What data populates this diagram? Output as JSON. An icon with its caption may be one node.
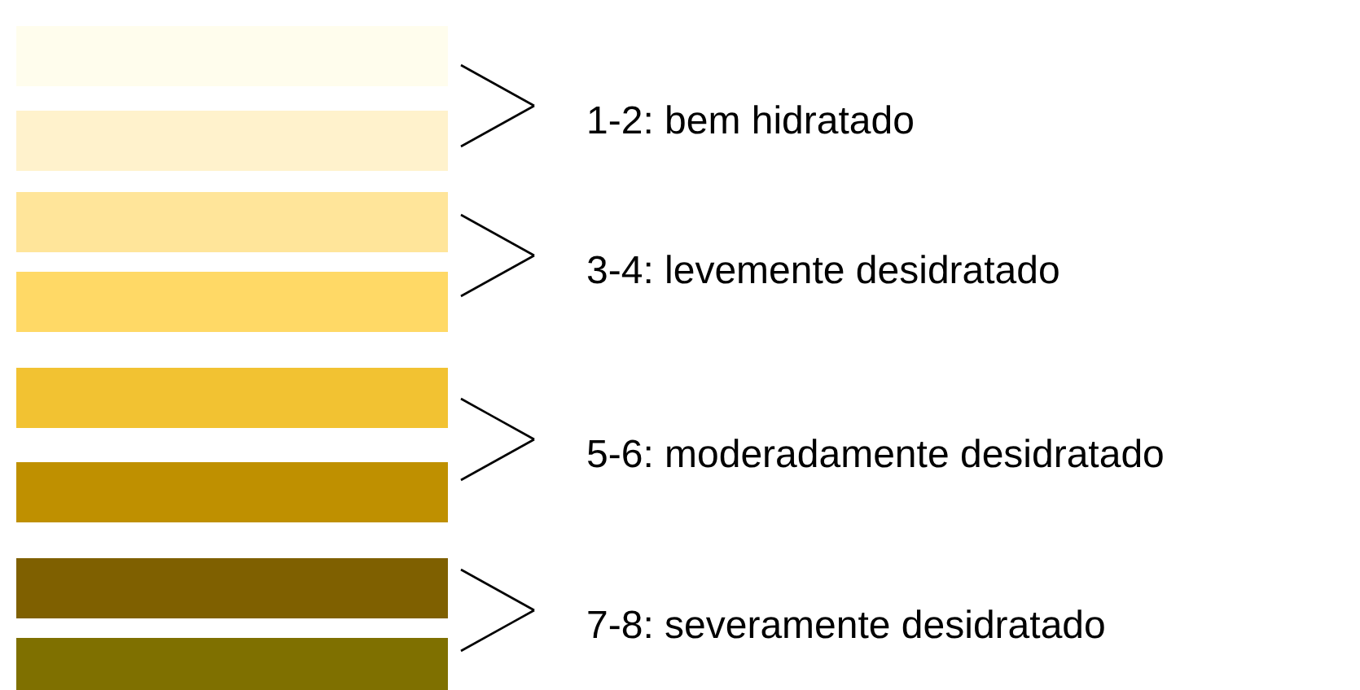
{
  "diagram": {
    "nodes": [
      {
        "text": [],
        "shape": "bar"
      },
      {
        "text": [],
        "shape": "bar"
      },
      {
        "text": [],
        "shape": "bar"
      },
      {
        "text": [],
        "shape": "bar"
      },
      {
        "text": [],
        "shape": "bar"
      },
      {
        "text": [],
        "shape": "bar"
      },
      {
        "text": [],
        "shape": "bar"
      },
      {
        "text": [],
        "shape": "bar"
      },
      {
        "text": [
          "1-2: bem hidratado"
        ]
      },
      {
        "text": [
          "3-4: levemente desidratado"
        ]
      },
      {
        "text": [
          "5-6: moderadamente desidratado"
        ]
      },
      {
        "text": [
          "7-8: severamente desidratado"
        ]
      }
    ],
    "edges": [
      {
        "from": 0,
        "to": 8,
        "arrow": "none"
      },
      {
        "from": 1,
        "to": 8,
        "arrow": "none"
      },
      {
        "from": 2,
        "to": 9,
        "arrow": "none"
      },
      {
        "from": 3,
        "to": 9,
        "arrow": "none"
      },
      {
        "from": 4,
        "to": 10,
        "arrow": "none"
      },
      {
        "from": 5,
        "to": 10,
        "arrow": "none"
      },
      {
        "from": 6,
        "to": 11,
        "arrow": "none"
      },
      {
        "from": 7,
        "to": 11,
        "arrow": "none"
      }
    ]
  }
}
